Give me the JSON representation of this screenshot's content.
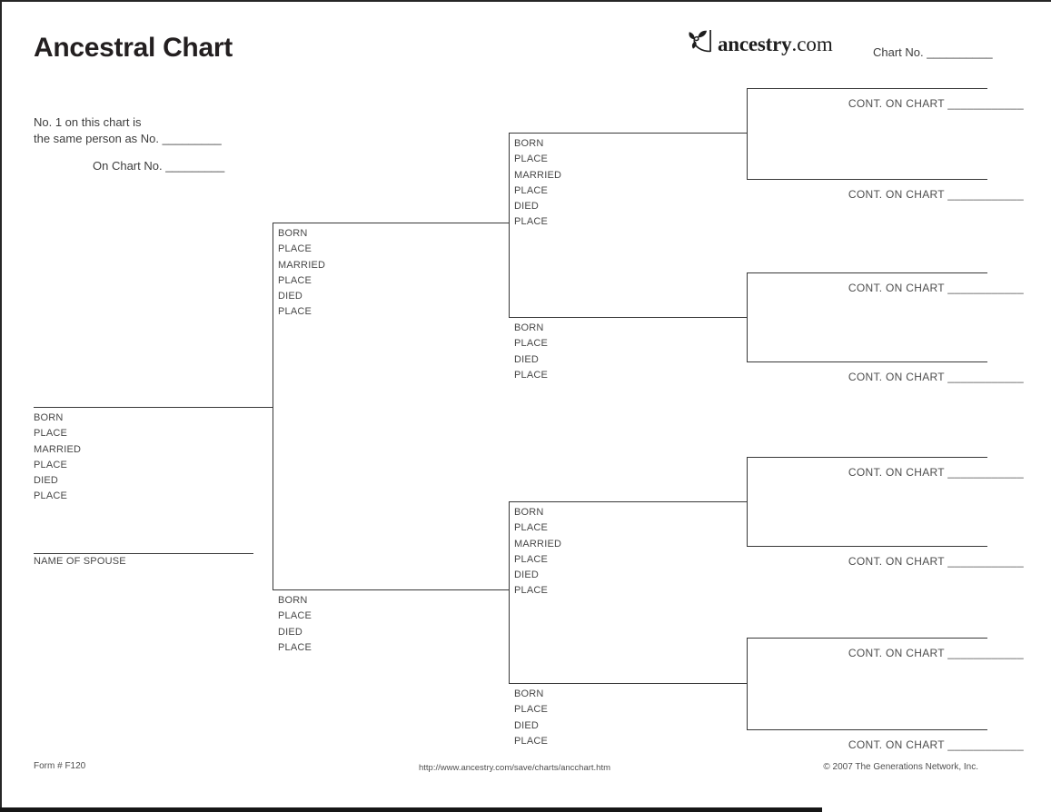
{
  "colors": {
    "ink": "#383838",
    "label_text": "#474747",
    "title_text": "#231f20"
  },
  "header": {
    "title": "Ancestral Chart",
    "logo_brand": "ancestry",
    "logo_tld": ".com",
    "logo_icon": "ancestry-leaf-icon",
    "chart_no_label": "Chart No. __________"
  },
  "reference": {
    "line1": "No. 1 on this chart is",
    "line2": "the same person as No. _________",
    "line3": "On Chart No. _________"
  },
  "persons": {
    "self": {
      "fields": [
        "BORN",
        "PLACE",
        "MARRIED",
        "PLACE",
        "DIED",
        "PLACE"
      ],
      "spouse_label": "NAME OF SPOUSE"
    },
    "father": {
      "fields": [
        "BORN",
        "PLACE",
        "MARRIED",
        "PLACE",
        "DIED",
        "PLACE"
      ]
    },
    "mother": {
      "fields": [
        "BORN",
        "PLACE",
        "DIED",
        "PLACE"
      ]
    },
    "paternal_grandfather": {
      "fields": [
        "BORN",
        "PLACE",
        "MARRIED",
        "PLACE",
        "DIED",
        "PLACE"
      ]
    },
    "paternal_grandmother": {
      "fields": [
        "BORN",
        "PLACE",
        "DIED",
        "PLACE"
      ]
    },
    "maternal_grandfather": {
      "fields": [
        "BORN",
        "PLACE",
        "MARRIED",
        "PLACE",
        "DIED",
        "PLACE"
      ]
    },
    "maternal_grandmother": {
      "fields": [
        "BORN",
        "PLACE",
        "DIED",
        "PLACE"
      ]
    }
  },
  "gen4": {
    "cont_label": "CONT. ON CHART ____________"
  },
  "footer": {
    "form_number": "Form # F120",
    "url": "http://www.ancestry.com/save/charts/ancchart.htm",
    "copyright": "© 2007 The Generations Network, Inc."
  }
}
